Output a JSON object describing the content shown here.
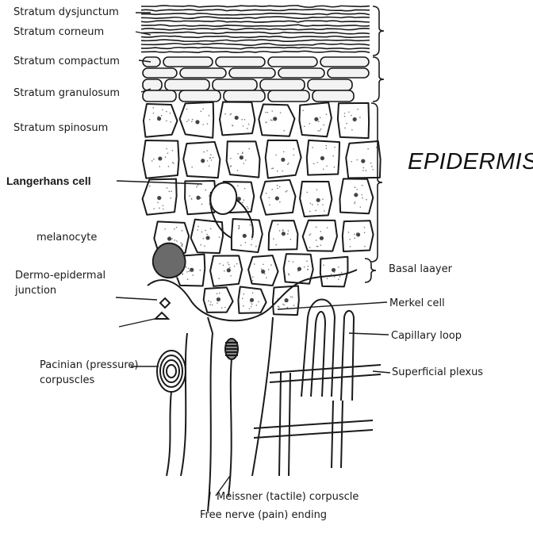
{
  "title": "EPIDERMIS",
  "labels": {
    "stratum_dysjunctum": "Stratum dysjunctum",
    "stratum_corneum": "Stratum corneum",
    "stratum_compactum": "Stratum compactum",
    "stratum_granulosum": "Stratum granulosum",
    "stratum_spinosum": "Stratum spinosum",
    "langerhans_cell": "Langerhans cell",
    "melanocyte": "melanocyte",
    "dermo_epidermal_1": "Dermo-epidermal",
    "dermo_epidermal_2": "junction",
    "pacinian_1": "Pacinian (pressure)",
    "pacinian_2": "corpuscles",
    "basal_layer": "Basal laayer",
    "merkel_cell": "Merkel cell",
    "capillary_loop": "Capillary loop",
    "superficial_plexus": "Superficial plexus",
    "meissner": "Meissner (tactile) corpuscle",
    "free_nerve": "Free nerve (pain) ending"
  },
  "colors": {
    "ink": "#1a1a1a",
    "background": "#ffffff",
    "stipple": "#555555"
  }
}
